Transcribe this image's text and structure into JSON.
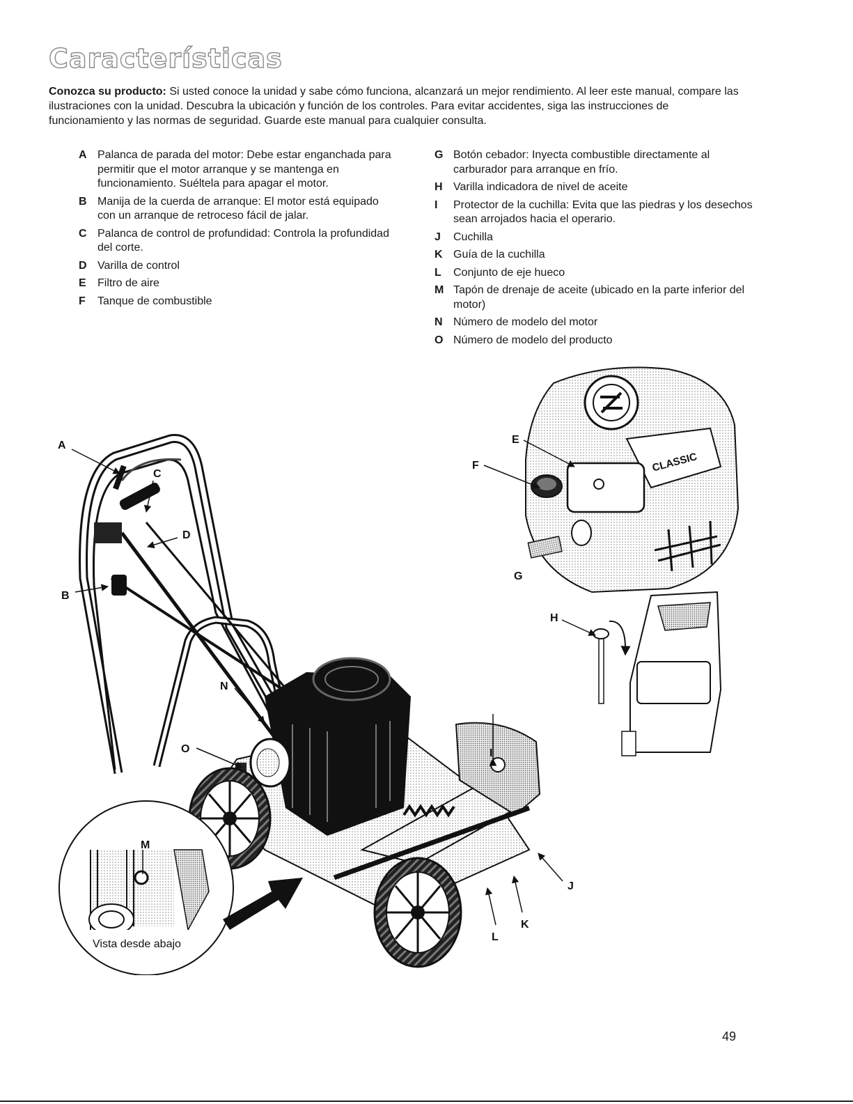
{
  "page": {
    "title": "Características",
    "intro_bold": "Conozca su producto:",
    "intro_text": " Si usted conoce la unidad y sabe cómo funciona, alcanzará un mejor rendimiento. Al leer este manual, compare las ilustraciones con la unidad. Descubra la ubicación y función de los controles. Para evitar accidentes, siga las instrucciones de funcionamiento y las normas de seguridad. Guarde este manual para cualquier consulta.",
    "page_number": "49"
  },
  "features_left": [
    {
      "letter": "A",
      "text": "Palanca de parada del motor: Debe estar enganchada para permitir que el motor arranque y se mantenga en funcionamiento. Suéltela para apagar el motor."
    },
    {
      "letter": "B",
      "text": "Manija de la cuerda de arranque: El motor está equipado con un arranque de retroceso fácil de jalar."
    },
    {
      "letter": "C",
      "text": "Palanca de control de profundidad: Controla la profundidad del corte."
    },
    {
      "letter": "D",
      "text": "Varilla de control"
    },
    {
      "letter": "E",
      "text": "Filtro de aire"
    },
    {
      "letter": "F",
      "text": "Tanque de combustible"
    }
  ],
  "features_right": [
    {
      "letter": "G",
      "text": "Botón cebador: Inyecta combustible directamente al carburador para arranque en frío."
    },
    {
      "letter": "H",
      "text": "Varilla indicadora de nivel de aceite"
    },
    {
      "letter": "I",
      "text": "Protector de la cuchilla: Evita que las piedras y los desechos sean arrojados hacia el operario."
    },
    {
      "letter": "J",
      "text": "Cuchilla"
    },
    {
      "letter": "K",
      "text": "Guía de la cuchilla"
    },
    {
      "letter": "L",
      "text": "Conjunto de eje hueco"
    },
    {
      "letter": "M",
      "text": "Tapón de drenaje de aceite (ubicado en la parte inferior del motor)"
    },
    {
      "letter": "N",
      "text": "Número de modelo del motor"
    },
    {
      "letter": "O",
      "text": "Número de modelo del producto"
    }
  ],
  "figure": {
    "engine_brand": "CLASSIC",
    "underside_caption": "Vista desde abajo",
    "callouts": [
      "A",
      "B",
      "C",
      "D",
      "E",
      "F",
      "G",
      "H",
      "I",
      "J",
      "K",
      "L",
      "M",
      "N",
      "O"
    ]
  }
}
